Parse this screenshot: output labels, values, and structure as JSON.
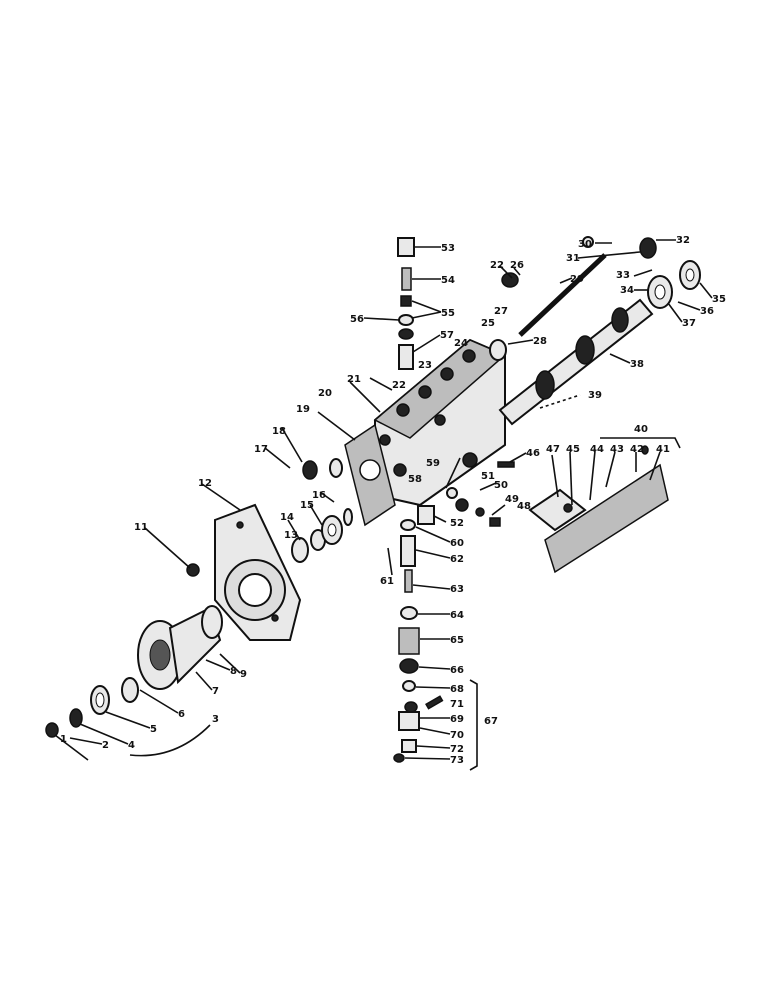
{
  "labels": {
    "l1": "1",
    "l2": "2",
    "l3": "3",
    "l4": "4",
    "l5": "5",
    "l6": "6",
    "l7": "7",
    "l8": "8",
    "l9": "9",
    "l11": "11",
    "l12": "12",
    "l13": "13",
    "l14": "14",
    "l15": "15",
    "l16": "16",
    "l17": "17",
    "l18": "18",
    "l19": "19",
    "l20": "20",
    "l21": "21",
    "l22a": "22",
    "l22b": "22",
    "l23": "23",
    "l24": "24",
    "l25": "25",
    "l26": "26",
    "l27": "27",
    "l28": "28",
    "l29": "29",
    "l30": "30",
    "l31": "31",
    "l32": "32",
    "l33": "33",
    "l34": "34",
    "l35": "35",
    "l36": "36",
    "l37": "37",
    "l38": "38",
    "l39": "39",
    "l40": "40",
    "l41": "41",
    "l42": "42",
    "l43": "43",
    "l44": "44",
    "l45": "45",
    "l46": "46",
    "l47": "47",
    "l48": "48",
    "l49": "49",
    "l50": "50",
    "l51": "51",
    "l52": "52",
    "l53": "53",
    "l54": "54",
    "l55": "55",
    "l56": "56",
    "l57": "57",
    "l58": "58",
    "l59": "59",
    "l60": "60",
    "l61": "61",
    "l62": "62",
    "l63": "63",
    "l64": "64",
    "l65": "65",
    "l66": "66",
    "l67": "67",
    "l68": "68",
    "l69": "69",
    "l70": "70",
    "l71": "71",
    "l72": "72",
    "l73": "73"
  }
}
